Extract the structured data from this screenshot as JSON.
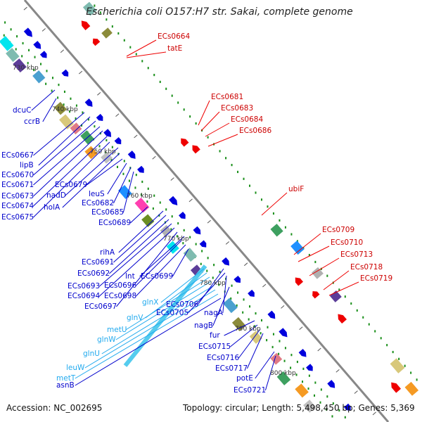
{
  "title": "Escherichia coli O157:H7 str. Sakai, complete genome",
  "footer": {
    "accession": "Accession: NC_002695",
    "stats": "Topology: circular; Length: 5,498,450 bp; Genes: 5,369"
  },
  "colors": {
    "backbone": "#888888",
    "forward_gene": "#0000dd",
    "reverse_gene": "#ee0000",
    "left_label": "#0000cc",
    "right_label": "#cc0000",
    "rna_label": "#22aaee",
    "scale_tick": "#1a8f1a"
  },
  "scale_labels": [
    "730 kbp",
    "740 kbp",
    "750 kbp",
    "760 kbp",
    "770 kbp",
    "780 kbp",
    "790 kbp",
    "800 kbp"
  ],
  "right_labels": [
    "ECs0664",
    "tatE",
    "ECs0681",
    "ECs0683",
    "ECs0684",
    "ECs0686",
    "ubiF",
    "ECs0709",
    "ECs0710",
    "ECs0713",
    "ECs0718",
    "ECs0719"
  ],
  "left_labels": [
    "dcuC",
    "ccrB",
    "ECs0667",
    "lipB",
    "ECs0670",
    "ECs0671",
    "ECs0673",
    "ECs0674",
    "ECs0675",
    "nadD",
    "holA",
    "ECs0679",
    "leuS",
    "ECs0682",
    "ECs0685",
    "ECs0689",
    "rihA",
    "ECs0691",
    "ECs0692",
    "ECs0693",
    "ECs0694",
    "ECs0697",
    "lnt",
    "ECs0696",
    "ECs0698",
    "ECs0699",
    "glnX",
    "glnV",
    "metU",
    "glnW",
    "glnU",
    "leuW",
    "metT",
    "asnB",
    "ECs0706",
    "ECs0705",
    "nagA",
    "nagB",
    "fur",
    "ECs0715",
    "ECs0716",
    "ECs0717",
    "potE",
    "ECs0721"
  ]
}
